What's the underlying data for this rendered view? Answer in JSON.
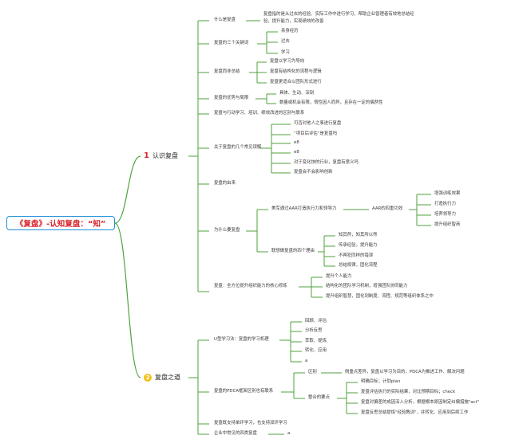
{
  "central": "《复盘》-认知复盘：“知”",
  "branch1": {
    "number": "1",
    "label": "认识复盘"
  },
  "branch2": {
    "number": "2",
    "label": "复盘之道"
  },
  "b1": {
    "what": "什么是复盘",
    "what_desc_1": "复盘指的是从过去的经验、实际工作中进行学习，帮助企业管理者有效地总结经",
    "what_desc_2": "验，提升能力，实现绩效的改善",
    "keywords": "复盘的三个关键词",
    "keywords_items": [
      "亲身经历",
      "过去",
      "学习"
    ],
    "not_summary": "复盘而非总结",
    "not_summary_items": [
      "复盘以学习为导向",
      "复盘有结构化的流程与逻辑",
      "复盘更适合以团队形式进行"
    ],
    "adv": "复盘的优势与局限",
    "adv_items": [
      "具体、生动、深刻",
      "数量或机会有限，惰性因人而异，且存在一定的偶然性"
    ],
    "diff": "复盘与行动学习、培训、绩效改进的区别与联系",
    "misc": "关于复盘的几个常见误解",
    "misc_items": [
      "可否对他人之事进行复盘",
      "“项目后评估”是复盘吗",
      "e8",
      "e8",
      "对于变化快的行业，复盘有意义吗",
      "复盘会不会影响创新"
    ],
    "origin": "复盘的由来",
    "why": "为什么要复盘",
    "aar": "美军通过AAR打造执行力和领导力",
    "aar_effect": "AAR的四重功效",
    "aar_items": [
      "增强训练效果",
      "打造执行力",
      "培养领导力",
      "提升组织智商"
    ],
    "reasons": "联想做复盘的四个理由",
    "reasons_items": [
      "知其然，知其所以然",
      "传承经验，提升能力",
      "不再犯同样的错误",
      "总结规律，固化流程"
    ],
    "org": "复盘：全方位提升组织能力的核心修炼",
    "org_items": [
      "提升个人能力",
      "结构化的团队学习机制，增强团队协同能力",
      "提升组织智慧，固化到制度、流程、规范等组织体系之中"
    ]
  },
  "b2": {
    "u": "U型学习法：复盘的学习机理",
    "u_items": [
      "回顾、评估",
      "分析反思",
      "萃取、提炼",
      "转化、应用",
      "a"
    ],
    "pdca": "复盘的PDCA框架区别也有联系",
    "diff": "区别",
    "diff_desc": "侧重点差异，复盘以学习为目的，PDCA为推进工作、解决问题",
    "key": "整合的要点",
    "key_items": [
      "明确目标；计划plan",
      "复盘评估执行的实际结果，对比预期目标；check",
      "复盘对偏差的成因深入分析，根据根本原因制定纠偏措施\"act\"",
      "复盘反思总结提炼\"经验教训\"，并转化、应用到后续工作"
    ],
    "loop": "复盘既支持单环学习，也支持双环学习",
    "common": "企业中常见的四类复盘",
    "common_tail": "a"
  }
}
